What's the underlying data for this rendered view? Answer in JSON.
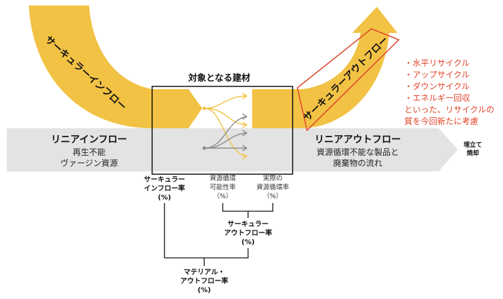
{
  "colors": {
    "yellow": "#f2c244",
    "gray_band": "#e3e3e3",
    "dark": "#111111",
    "red": "#e0442a",
    "arrow_gray": "#8c8c8c"
  },
  "labels": {
    "circular_inflow": "サーキュラーインフロー",
    "circular_outflow": "サーキュラーアウトフロー",
    "box_title": "対象となる建材",
    "linear_inflow_title": "リニアインフロー",
    "linear_inflow_sub1": "再生不能",
    "linear_inflow_sub2": "ヴァージン資源",
    "linear_outflow_title": "リニアアウトフロー",
    "linear_outflow_sub1": "資源循環不能な製品と",
    "linear_outflow_sub2": "廃棄物の流れ",
    "landfill1": "埋立て",
    "landfill2": "焼却"
  },
  "callout": {
    "bullets": [
      "・水平リサイクル",
      "・アップサイクル",
      "・ダウンサイクル",
      "・エネルギー回収"
    ],
    "line1": "といった、リサイクルの",
    "line2": "質を今回新たに考慮"
  },
  "metrics": {
    "circ_in_1": "サーキュラー",
    "circ_in_2": "インフロー率",
    "circ_in_3": "(%)",
    "recyclable_1": "資源循環",
    "recyclable_2": "可能性率",
    "recyclable_3": "（%）",
    "actual_1": "実際の",
    "actual_2": "資源循環率",
    "actual_3": "（%）",
    "circ_out_1": "サーキュラー",
    "circ_out_2": "アウトフロー率",
    "circ_out_3": "(%)",
    "material_1": "マテリアル・",
    "material_2": "アウトフロー率",
    "material_3": "(%)"
  }
}
